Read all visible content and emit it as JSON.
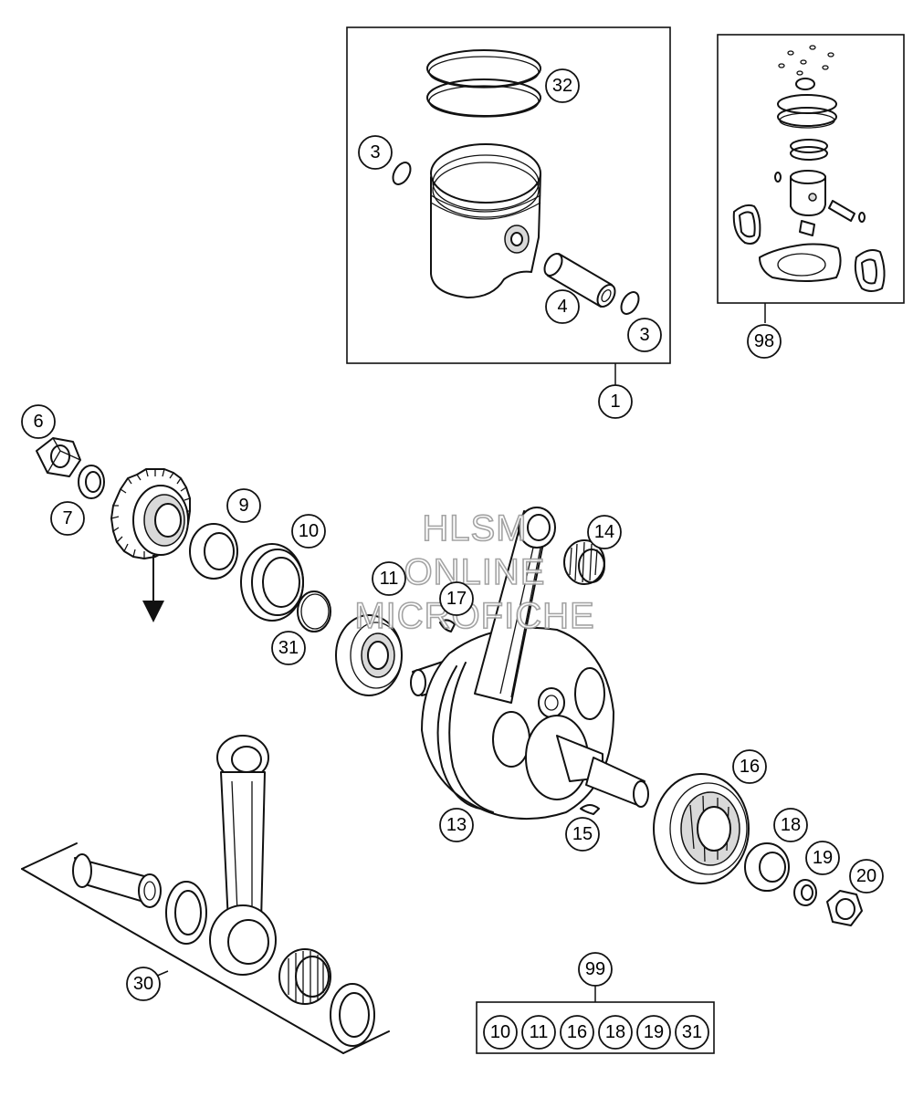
{
  "callouts": {
    "c32": "32",
    "c3a": "3",
    "c4": "4",
    "c3b": "3",
    "c98": "98",
    "c1": "1",
    "c6": "6",
    "c7": "7",
    "c9": "9",
    "c10": "10",
    "c11": "11",
    "c14": "14",
    "c17": "17",
    "c31": "31",
    "c16": "16",
    "c13": "13",
    "c15": "15",
    "c18": "18",
    "c19": "19",
    "c20": "20",
    "c30": "30",
    "c99": "99"
  },
  "kit99": [
    "10",
    "11",
    "16",
    "18",
    "19",
    "31"
  ],
  "watermark": {
    "line1": "HLSM",
    "line2": "ONLINE",
    "line3": "MICROFICHE"
  }
}
